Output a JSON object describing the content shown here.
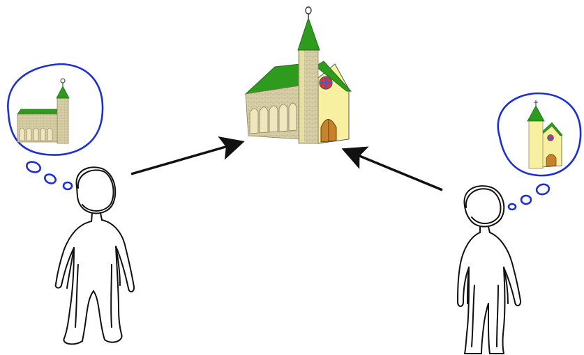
{
  "scene": {
    "background": "#ffffff",
    "colors": {
      "roof_green": "#2e9a1e",
      "roof_green_dark": "#1f6f14",
      "wall_yellow": "#f6f0a0",
      "stone": "#d7cfa8",
      "stone_dark": "#b9ad80",
      "door_brown": "#c8822a",
      "bubble_blue": "#1d2fd0",
      "ink": "#111111"
    },
    "elements": [
      {
        "name": "central-church",
        "icon": "church-icon"
      },
      {
        "name": "left-person",
        "icon": "person-icon"
      },
      {
        "name": "right-person",
        "icon": "person-icon"
      },
      {
        "name": "left-thought-bubble",
        "icon": "thought-bubble-icon",
        "contains": "nave-and-tower"
      },
      {
        "name": "right-thought-bubble",
        "icon": "thought-bubble-icon",
        "contains": "chapel-and-tower"
      },
      {
        "name": "left-arrow",
        "icon": "arrow-icon"
      },
      {
        "name": "right-arrow",
        "icon": "arrow-icon"
      }
    ]
  }
}
